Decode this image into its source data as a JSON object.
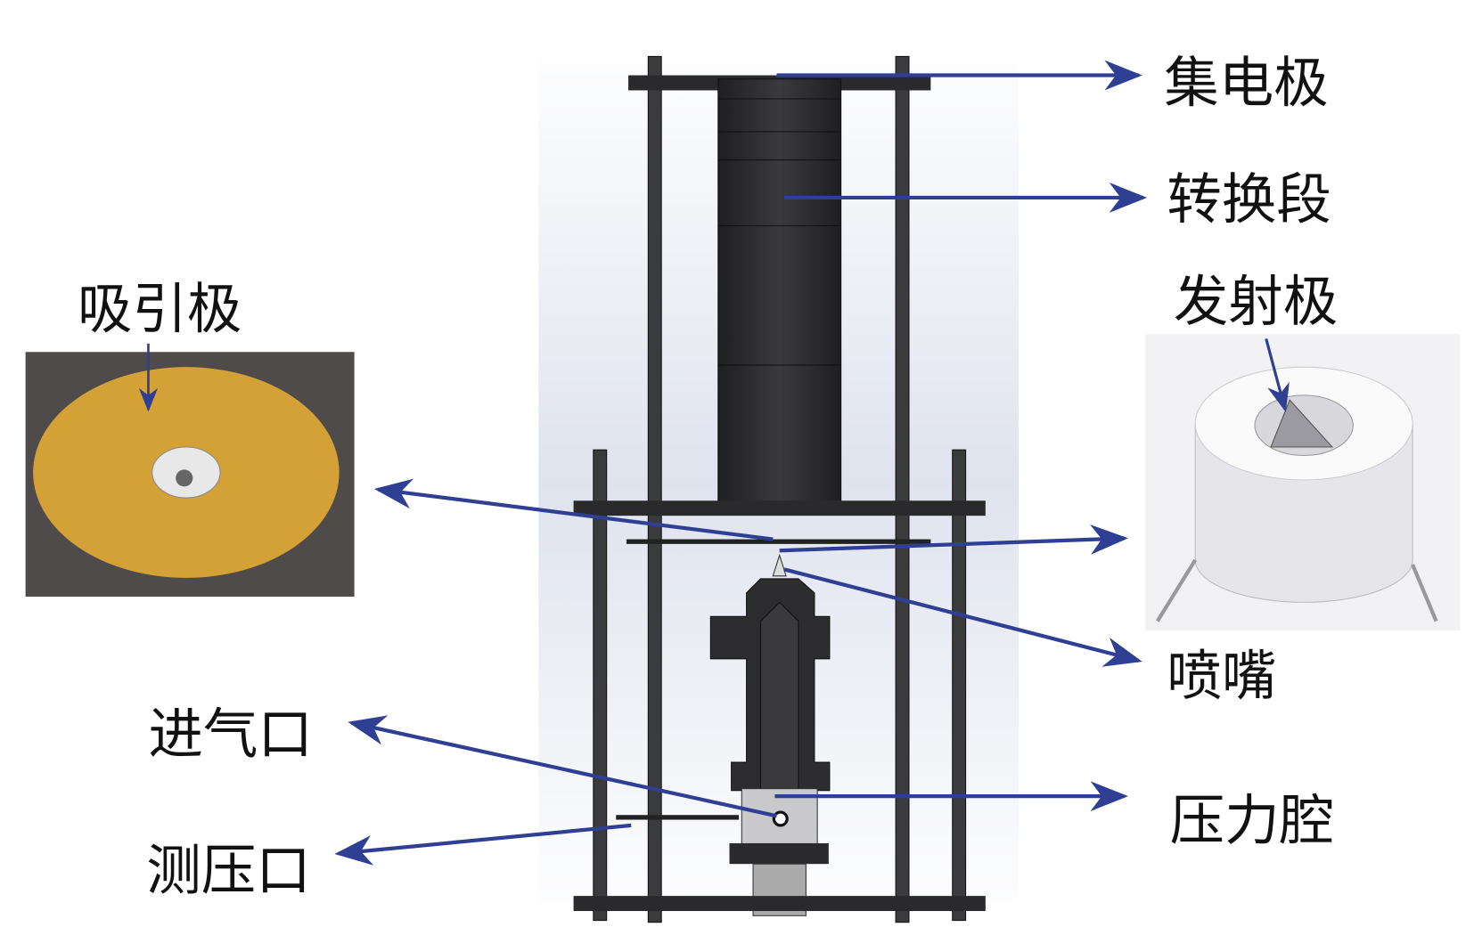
{
  "labels": {
    "collector": "集电极",
    "conversion_section": "转换段",
    "emitter": "发射极",
    "extractor": "吸引极",
    "nozzle": "喷嘴",
    "gas_inlet": "进气口",
    "pressure_port": "测压口",
    "pressure_chamber": "压力腔"
  },
  "colors": {
    "arrow": "#2e3f94",
    "extractor_disc": "#d4a137",
    "dark_part": "#2a2a2c"
  }
}
